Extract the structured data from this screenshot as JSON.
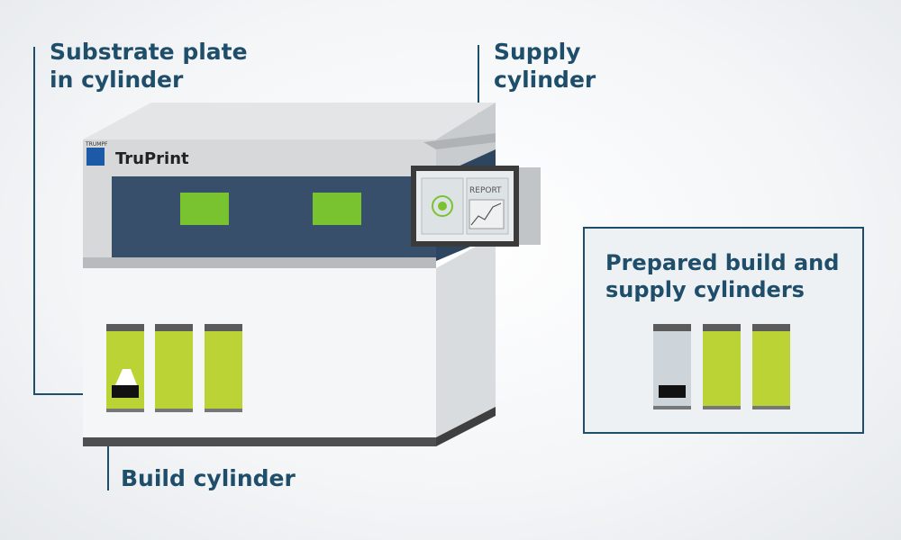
{
  "callouts": {
    "substrate_plate": [
      "Substrate plate",
      "in cylinder"
    ],
    "supply_cylinder": [
      "Supply",
      "cylinder"
    ],
    "build_cylinder": "Build cylinder",
    "prepared_cylinders": [
      "Prepared build and",
      "supply cylinders"
    ]
  },
  "machine": {
    "logo_text": "TRUMPF",
    "model_name": "TruPrint",
    "screen_report_label": "REPORT"
  },
  "colors": {
    "label_text": "#1f4e6b",
    "leader_line": "#1f4e6b",
    "machine_panel": "#374f6b",
    "window_green": "#79c331",
    "cylinder_green": "#bcd335",
    "cylinder_cap": "#5b5b5b",
    "empty_cylinder": "#cdd5db",
    "brand_blue": "#1c5aa8"
  }
}
